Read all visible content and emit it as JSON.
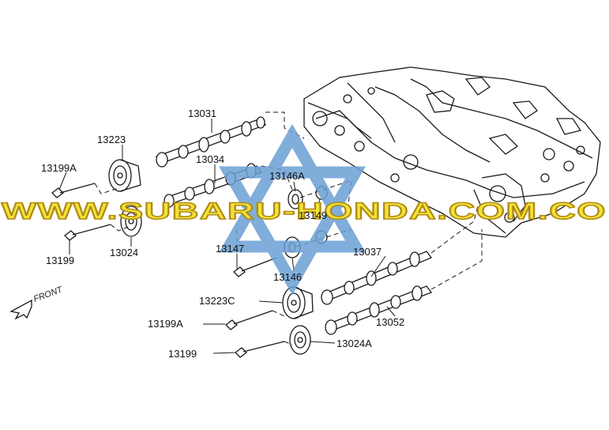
{
  "parts": {
    "p13031": "13031",
    "p13223": "13223",
    "p13199A_top": "13199A",
    "p13034": "13034",
    "p13146A": "13146A",
    "p13149": "13149",
    "p13199_top": "13199",
    "p13024": "13024",
    "p13147": "13147",
    "p13037": "13037",
    "p13146": "13146",
    "p13223C": "13223C",
    "p13199A_bottom": "13199A",
    "p13052": "13052",
    "p13199_bottom": "13199",
    "p13024A": "13024A"
  },
  "front_label": "FRONT",
  "watermark": {
    "text": "WWW.SUBARU-HONDA.COM.CO",
    "fill_color": "#f2e23a",
    "stroke_color": "#b08a10"
  },
  "star_color": "#6a9fd4"
}
